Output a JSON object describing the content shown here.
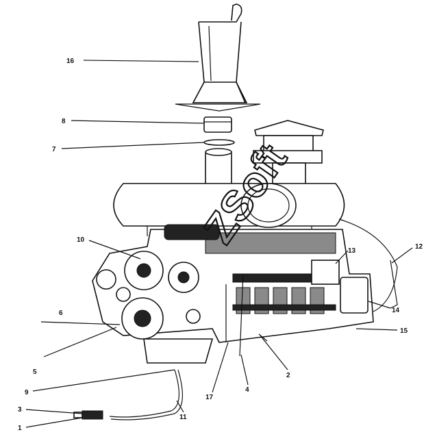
{
  "watermark": "ZSoft",
  "callouts": [
    {
      "id": "c16",
      "label": "16"
    },
    {
      "id": "c8",
      "label": "8"
    },
    {
      "id": "c7",
      "label": "7"
    },
    {
      "id": "c10",
      "label": "10"
    },
    {
      "id": "c13",
      "label": "13"
    },
    {
      "id": "c12",
      "label": "12"
    },
    {
      "id": "c6",
      "label": "6"
    },
    {
      "id": "c14",
      "label": "14"
    },
    {
      "id": "c15",
      "label": "15"
    },
    {
      "id": "c5",
      "label": "5"
    },
    {
      "id": "c2",
      "label": "2"
    },
    {
      "id": "c4",
      "label": "4"
    },
    {
      "id": "c17",
      "label": "17"
    },
    {
      "id": "c9",
      "label": "9"
    },
    {
      "id": "c11",
      "label": "11"
    },
    {
      "id": "c3",
      "label": "3"
    },
    {
      "id": "c1",
      "label": "1"
    }
  ]
}
